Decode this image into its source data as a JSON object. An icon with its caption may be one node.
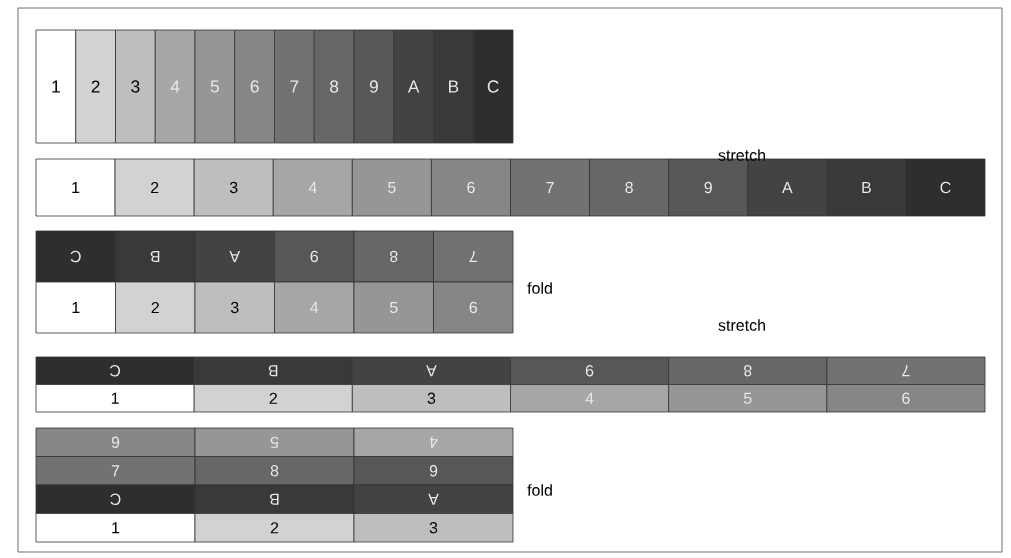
{
  "diagram": {
    "nodes": [
      {
        "text": [
          "1"
        ]
      },
      {
        "text": [
          "2"
        ]
      },
      {
        "text": [
          "3"
        ]
      },
      {
        "text": [
          "4"
        ]
      },
      {
        "text": [
          "5"
        ]
      },
      {
        "text": [
          "6"
        ]
      },
      {
        "text": [
          "7"
        ]
      },
      {
        "text": [
          "8"
        ]
      },
      {
        "text": [
          "9"
        ]
      },
      {
        "text": [
          "A"
        ]
      },
      {
        "text": [
          "B"
        ]
      },
      {
        "text": [
          "C"
        ]
      },
      {
        "text": [
          "1"
        ]
      },
      {
        "text": [
          "2"
        ]
      },
      {
        "text": [
          "3"
        ]
      },
      {
        "text": [
          "4"
        ]
      },
      {
        "text": [
          "5"
        ]
      },
      {
        "text": [
          "6"
        ]
      },
      {
        "text": [
          "7"
        ]
      },
      {
        "text": [
          "8"
        ]
      },
      {
        "text": [
          "9"
        ]
      },
      {
        "text": [
          "A"
        ]
      },
      {
        "text": [
          "B"
        ]
      },
      {
        "text": [
          "C"
        ]
      },
      {
        "text": [
          "C"
        ]
      },
      {
        "text": [
          "B"
        ]
      },
      {
        "text": [
          "A"
        ]
      },
      {
        "text": [
          "9"
        ]
      },
      {
        "text": [
          "8"
        ]
      },
      {
        "text": [
          "7"
        ]
      },
      {
        "text": [
          "1"
        ]
      },
      {
        "text": [
          "2"
        ]
      },
      {
        "text": [
          "3"
        ]
      },
      {
        "text": [
          "4"
        ]
      },
      {
        "text": [
          "5"
        ]
      },
      {
        "text": [
          "6"
        ]
      },
      {
        "text": [
          "C"
        ]
      },
      {
        "text": [
          "B"
        ]
      },
      {
        "text": [
          "A"
        ]
      },
      {
        "text": [
          "9"
        ]
      },
      {
        "text": [
          "8"
        ]
      },
      {
        "text": [
          "7"
        ]
      },
      {
        "text": [
          "1"
        ]
      },
      {
        "text": [
          "2"
        ]
      },
      {
        "text": [
          "3"
        ]
      },
      {
        "text": [
          "4"
        ]
      },
      {
        "text": [
          "5"
        ]
      },
      {
        "text": [
          "6"
        ]
      },
      {
        "text": [
          "6"
        ]
      },
      {
        "text": [
          "5"
        ]
      },
      {
        "text": [
          "4"
        ]
      },
      {
        "text": [
          "7"
        ]
      },
      {
        "text": [
          "8"
        ]
      },
      {
        "text": [
          "9"
        ]
      },
      {
        "text": [
          "C"
        ]
      },
      {
        "text": [
          "B"
        ]
      },
      {
        "text": [
          "A"
        ]
      },
      {
        "text": [
          "1"
        ]
      },
      {
        "text": [
          "2"
        ]
      },
      {
        "text": [
          "3"
        ]
      }
    ],
    "labels": [
      "stretch",
      "fold",
      "stretch",
      "fold"
    ]
  }
}
